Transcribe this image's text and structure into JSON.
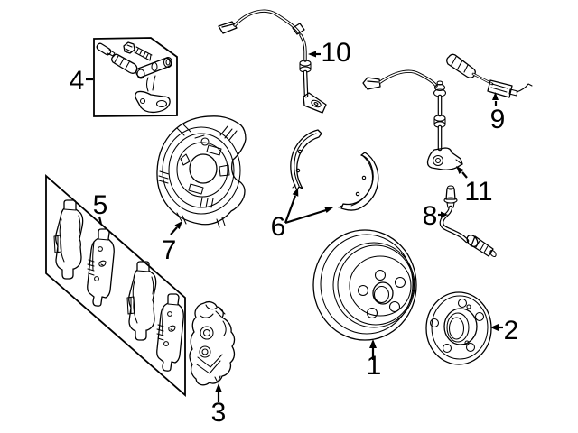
{
  "diagram": {
    "background_color": "#ffffff",
    "line_color": "#000000",
    "callouts": [
      {
        "label": "1",
        "part": "brake-rotor"
      },
      {
        "label": "2",
        "part": "wheel-hub"
      },
      {
        "label": "3",
        "part": "brake-caliper"
      },
      {
        "label": "4",
        "part": "caliper-hardware-kit"
      },
      {
        "label": "5",
        "part": "brake-pad-set"
      },
      {
        "label": "6",
        "part": "parking-brake-shoes"
      },
      {
        "label": "7",
        "part": "splash-shield"
      },
      {
        "label": "8",
        "part": "brake-hose"
      },
      {
        "label": "9",
        "part": "wear-sensor"
      },
      {
        "label": "10",
        "part": "wear-sensor-with-harness"
      },
      {
        "label": "11",
        "part": "abs-speed-sensor"
      }
    ]
  }
}
